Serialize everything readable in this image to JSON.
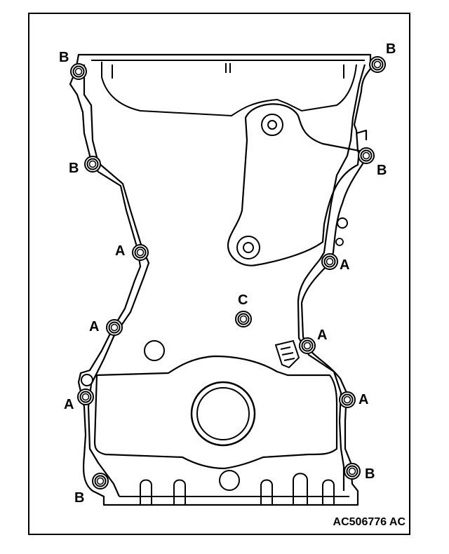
{
  "labels": {
    "a": "A",
    "b": "B",
    "c": "C"
  },
  "figure_code": "AC506776 AC"
}
